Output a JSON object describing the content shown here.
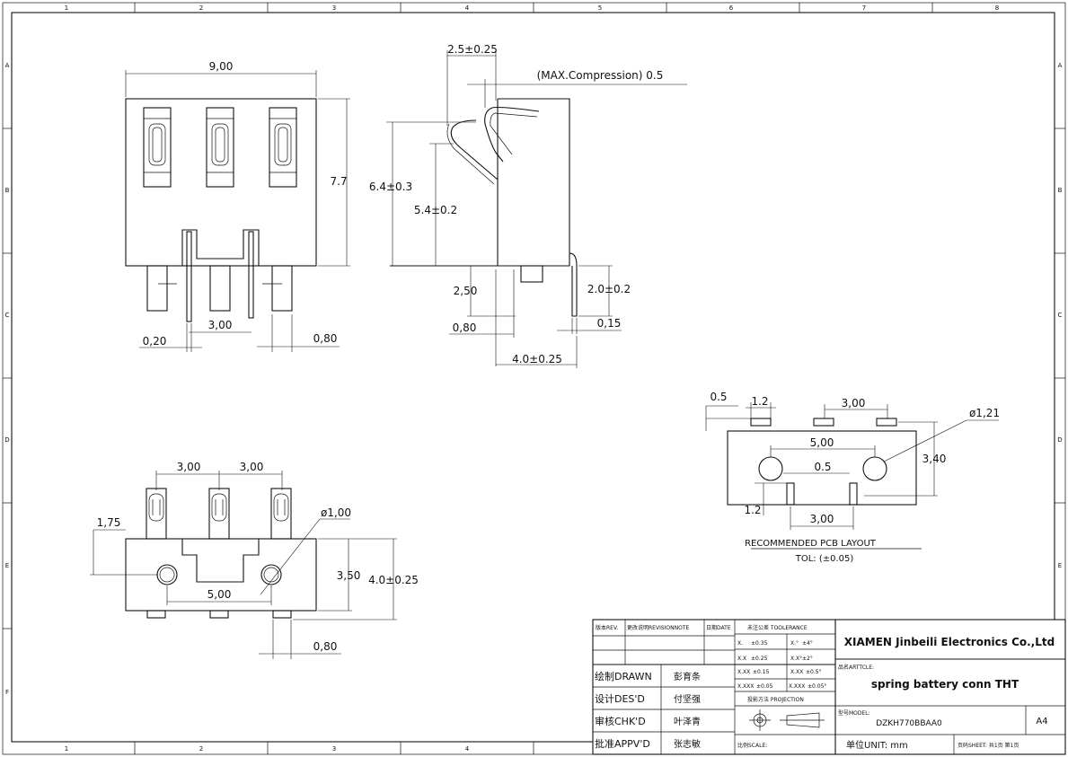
{
  "frame": {
    "columns": [
      "1",
      "2",
      "3",
      "4",
      "5",
      "6",
      "7",
      "8"
    ],
    "bottom_columns": [
      "1",
      "2",
      "3",
      "4"
    ],
    "rows": [
      "A",
      "B",
      "C",
      "D",
      "E",
      "F"
    ]
  },
  "front_view": {
    "width": "9,00",
    "height": "7.7",
    "pin_pitch": "3,00",
    "pin_thickness": "0,20",
    "pin_width": "0,80"
  },
  "side_view": {
    "top_width": "2.5±0.25",
    "compression": "(MAX.Compression) 0.5",
    "height_total": "6.4±0.3",
    "height_contact": "5.4±0.2",
    "peg_length": "2,50",
    "pin_length": "2.0±0.2",
    "peg_width": "0,80",
    "pin_thickness": "0,15",
    "depth": "4.0±0.25"
  },
  "bottom_view": {
    "pitch_1": "3,00",
    "pitch_2": "3,00",
    "offset": "1,75",
    "hole_dia": "ø1,00",
    "hole_spacing": "5,00",
    "depth_a": "3,50",
    "depth_b": "4.0±0.25",
    "pin_width": "0,80"
  },
  "pcb_layout": {
    "pad_offset": "0.5",
    "pad_length": "1.2",
    "pad_pitch": "3,00",
    "hole_dia": "ø1,21",
    "hole_spacing": "5,00",
    "inner_gap": "0.5",
    "height": "3,40",
    "slot_length": "1.2",
    "slot_pitch": "3,00",
    "title": "RECOMMENDED PCB LAYOUT",
    "tolerance": "TOL: (±0.05)"
  },
  "title_block": {
    "rev_header": "版本REV.",
    "revnote_header": "更改说明REVISIONNOTE",
    "date_header": "日期DATE",
    "tolerance_header": "未注公差 TOOLERANCE",
    "tol_rows": [
      [
        "X.",
        "±0.35",
        "X.°",
        "±4°"
      ],
      [
        "X.X",
        "±0.25",
        "X.X°",
        "±2°"
      ],
      [
        "X.XX",
        "±0.15",
        "X.XX",
        "±0.5°"
      ],
      [
        "X.XXX",
        "±0.05",
        "X.XXX",
        "±0.05°"
      ]
    ],
    "projection_label": "投影方法 PROJECTION",
    "scale_label": "比例SCALE:",
    "company": "XIAMEN Jinbeili Electronics Co.,Ltd",
    "article_label": "品名ARTTCLE:",
    "article": "spring battery conn THT",
    "model_label": "型号MODEL:",
    "model": "DZKH770BBAA0",
    "size": "A4",
    "unit_label": "单位UNIT: mm",
    "sheet_label": "页码SHEET: 共1页 第1页",
    "people": [
      {
        "role": "绘制DRAWN",
        "name": "彭育条"
      },
      {
        "role": "设计DES'D",
        "name": "付坚强"
      },
      {
        "role": "审核CHK'D",
        "name": "叶泽青"
      },
      {
        "role": "批准APPV'D",
        "name": "张志敏"
      }
    ]
  }
}
